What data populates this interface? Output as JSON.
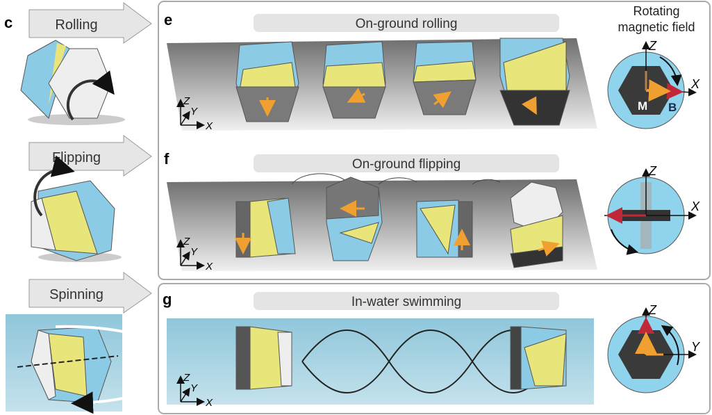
{
  "panel_labels": {
    "c": "c",
    "e": "e",
    "f": "f",
    "g": "g"
  },
  "modes": {
    "rolling": "Rolling",
    "flipping": "Flipping",
    "spinning": "Spinning"
  },
  "titles": {
    "e": "On-ground rolling",
    "f": "On-ground flipping",
    "g": "In-water swimming"
  },
  "field_header": {
    "line1": "Rotating",
    "line2": "magnetic field"
  },
  "axes": {
    "x": "X",
    "y": "Y",
    "z": "Z"
  },
  "vectors": {
    "m": "M",
    "b": "B"
  },
  "colors": {
    "blue": "#8ccbe6",
    "yellow": "#e8e57a",
    "dark": "#3a3a3a",
    "orange": "#f0a030",
    "red": "#c0283a",
    "field": "#8fd3ec",
    "water": "#a8d4e4"
  }
}
